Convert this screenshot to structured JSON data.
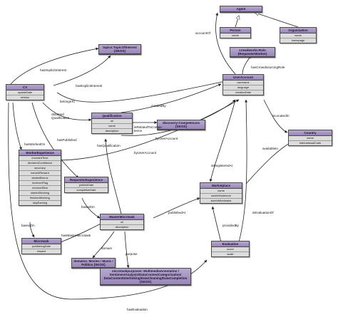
{
  "classes": {
    "agent": {
      "title": "Agent",
      "attrs": []
    },
    "person": {
      "title": "Person",
      "attrs": [
        "name"
      ]
    },
    "organization": {
      "title": "Organization",
      "attrs": [
        "name",
        "homepage"
      ]
    },
    "crowdworks_role": {
      "title": "crowdworks:Role {RequesterWorker}",
      "attrs": []
    },
    "topics": {
      "title": "topics:TopicOfInterest {SKOS}",
      "attrs": []
    },
    "user_account": {
      "title": "UserAccount",
      "attrs": [
        "username",
        "language",
        "creationDate"
      ]
    },
    "cv": {
      "title": "CV",
      "attrs": [
        "updateDate",
        "version"
      ]
    },
    "qualification": {
      "title": "Qualification",
      "attrs": [
        "uri",
        "name",
        "description"
      ]
    },
    "discovery": {
      "title": "discovery:Competences {SKOS}",
      "attrs": []
    },
    "country": {
      "title": "Country",
      "attrs": [
        "name",
        "internationalCode"
      ]
    },
    "worker_experience": {
      "title": "WorkerExperience",
      "attrs": [
        "investedTime",
        "declaredConfidence",
        "accuracy",
        "earnedReward",
        "startedBonus",
        "receivedFlag",
        "receivedStar",
        "startedWorking",
        "finishedWorking",
        "skipEarning"
      ]
    },
    "requester_experience": {
      "title": "RequesterExperience",
      "attrs": [
        "publishDate",
        "completionDate"
      ]
    },
    "marketplace": {
      "title": "Marketplace",
      "attrs": [
        "name",
        "sizeInWorkforce",
        "sizeInMicrotasks"
      ]
    },
    "master_microtask": {
      "title": "MasterMicrotask",
      "attrs": [
        "uri",
        "description"
      ]
    },
    "microtask": {
      "title": "Microtask",
      "attrs": [
        "publishingDate",
        "reward"
      ]
    },
    "evaluation": {
      "title": "Evaluation",
      "attrs": [
        "score",
        "scale"
      ]
    },
    "domains": {
      "title": "domains: Movies / Music / Politics {SKOS}",
      "attrs": []
    },
    "purposes": {
      "title": "microtaskpurposes: MultimediaAnnotation / SentimentAnalysis/DataContentCategorization/ DataContentInterlinking/DataCleaning/DataCompletion {SKOS}",
      "attrs": []
    }
  },
  "edge_labels": {
    "accountOf": "accountOf",
    "hasCrowdsourcingRole": "hasCrowdsourcingRole",
    "hasImplicitInterest": "hasImplicitInterest",
    "hasExplicitInterest": "hasExplicitInterest",
    "belongsTo": "belongsTo",
    "createdBy": "createdBy",
    "obtainedQualification": "obtained\nQualification",
    "isRelatedToCompetence": "isRelatedToCompe\ntence",
    "byUserAccount1": "byUserAccount",
    "byUserAccount2": "byUserAccount",
    "isLocatedIn": "isLocatedIn",
    "availableIn": "availableIn",
    "hasWorkedOn": "hasWorkedOn",
    "hasPublished": "hasPublished",
    "hasQualification": "hasQualification",
    "isRegisteredAt": "isRegisteredAt",
    "basedOn1": "basedOn",
    "basedOn2": "basedOn",
    "publishedAt": "publishedAt",
    "isEvaluationOf": "isEvaluationOf",
    "providedBy": "providedBy",
    "hasMasterMicrotask": "hasMasterMicrotask",
    "domain": "domain",
    "purpose": "purpose",
    "hasEvaluation": "hasEvaluation"
  }
}
